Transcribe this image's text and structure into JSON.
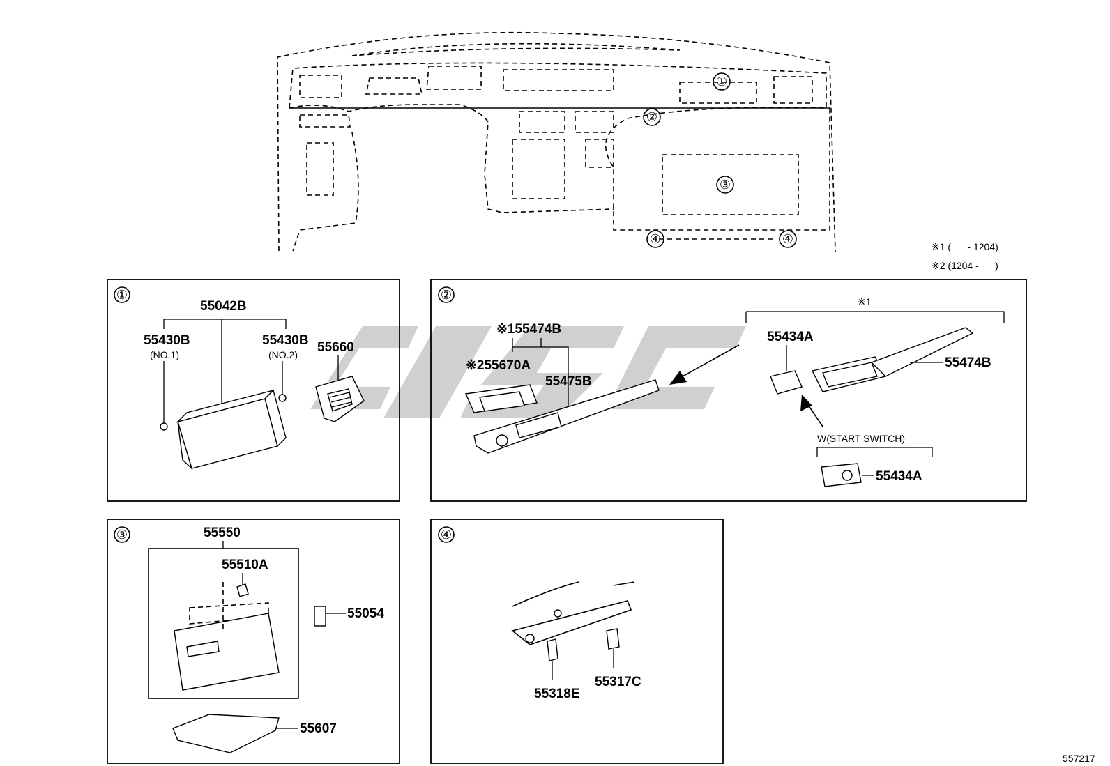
{
  "legend": {
    "note1": "※1 (      - 1204)",
    "note2": "※2 (1204 -      )"
  },
  "overview": {
    "markers": [
      "①",
      "②",
      "③",
      "④",
      "④"
    ]
  },
  "panels": {
    "p1": {
      "number": "①",
      "labels": {
        "main": "55042B",
        "left": "55430B",
        "left_sub": "(NO.1)",
        "right": "55430B",
        "right_sub": "(NO.2)",
        "vent": "55660"
      }
    },
    "p2": {
      "number": "②",
      "labels": {
        "note_top": "※1",
        "a": "※155474B",
        "b": "※255670A",
        "c": "55475B",
        "d": "55434A",
        "e": "55474B",
        "switch_note": "W(START SWITCH)",
        "f": "55434A"
      }
    },
    "p3": {
      "number": "③",
      "labels": {
        "main": "55550",
        "a": "55510A",
        "b": "55054",
        "c": "55607"
      }
    },
    "p4": {
      "number": "④",
      "labels": {
        "a": "55318E",
        "b": "55317C"
      }
    }
  },
  "footer": {
    "figure_id": "557217"
  },
  "colors": {
    "line": "#000000",
    "watermark": "#c8c8c8",
    "background": "#ffffff"
  }
}
